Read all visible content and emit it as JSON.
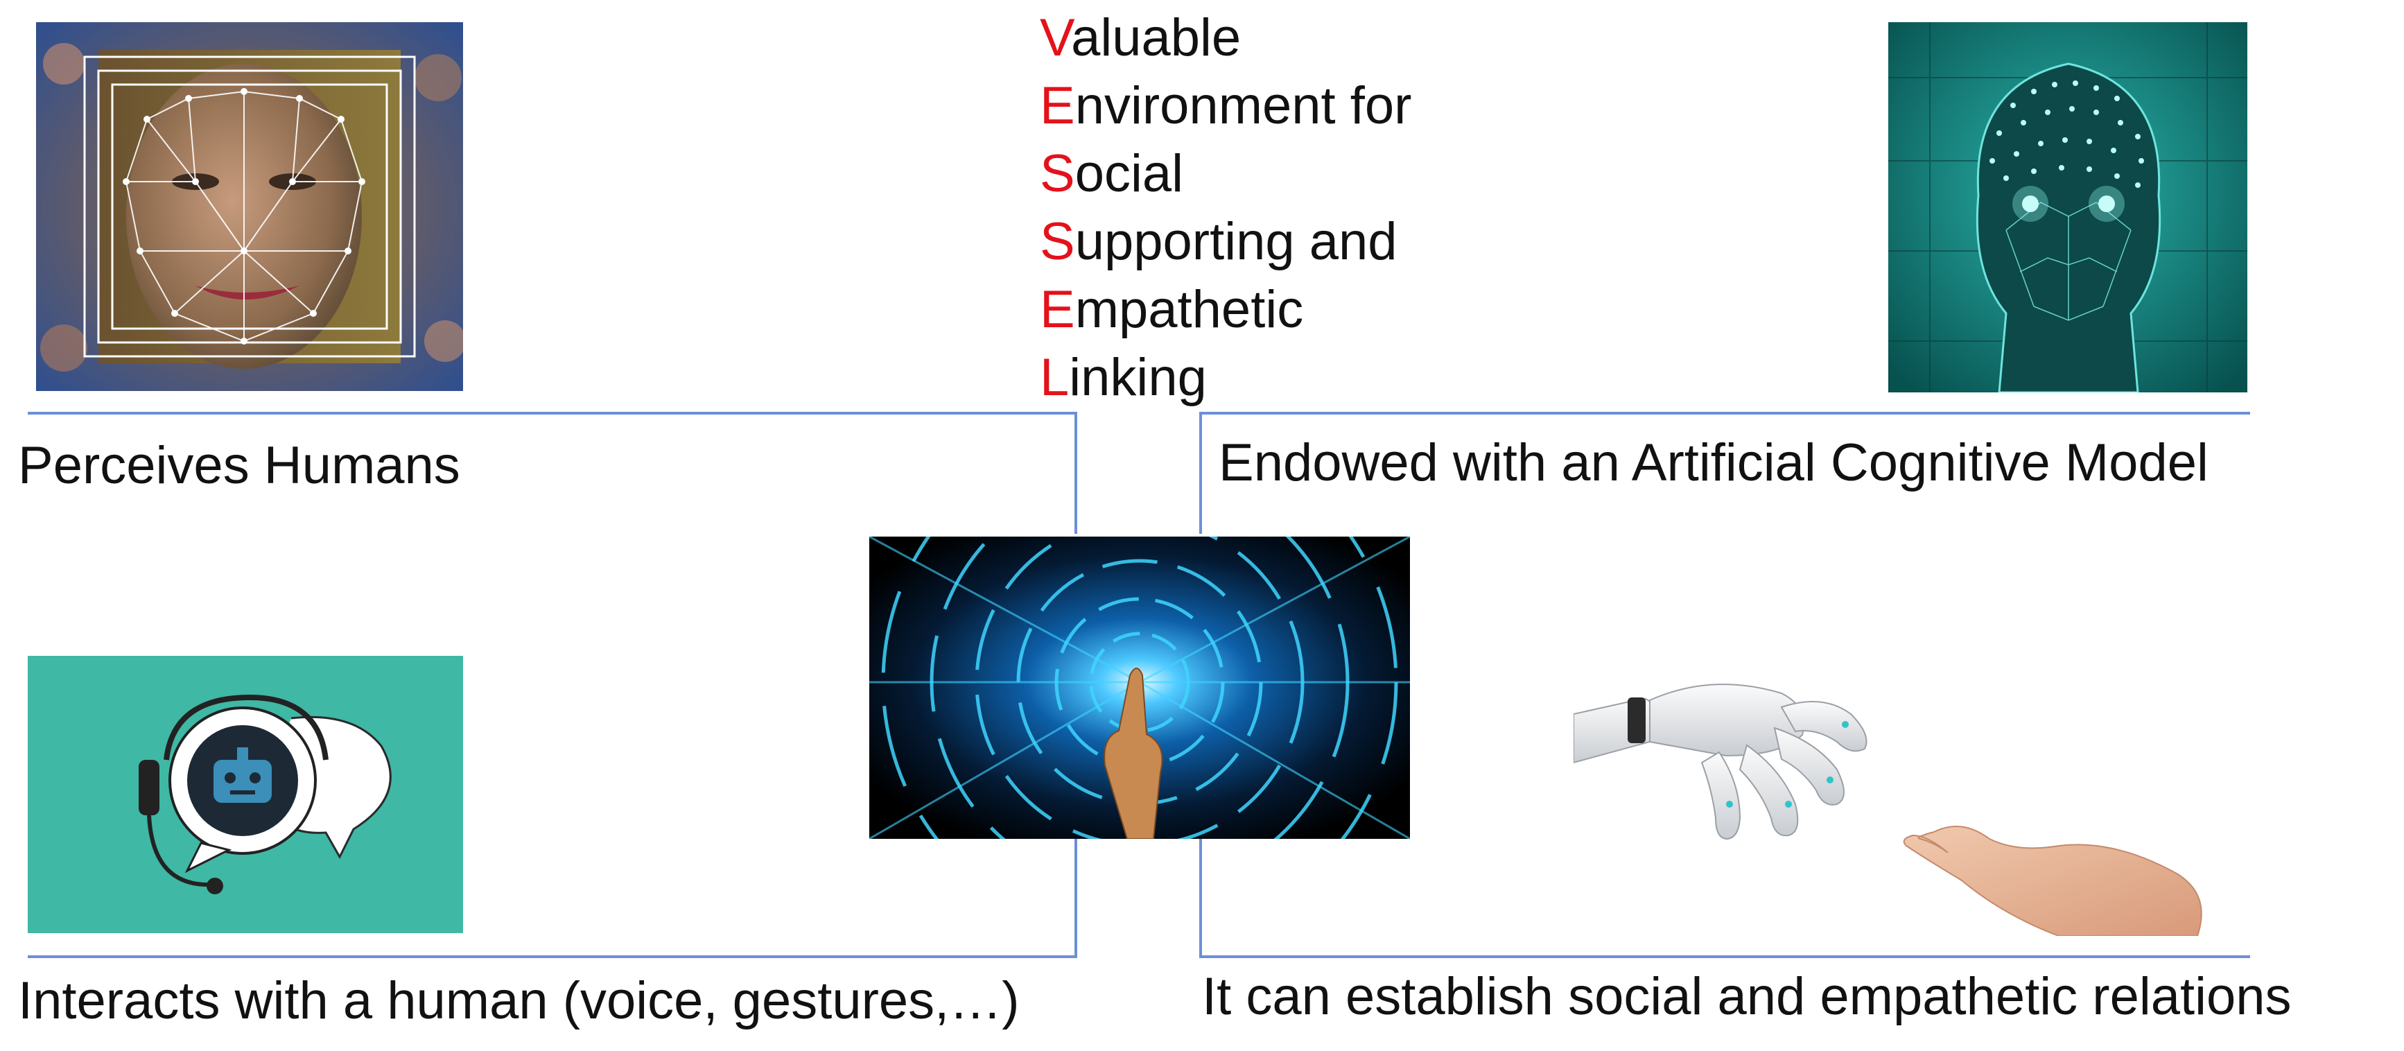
{
  "acronym": [
    {
      "initial": "V",
      "rest": "aluable"
    },
    {
      "initial": "E",
      "rest": "nvironment for"
    },
    {
      "initial": "S",
      "rest": "ocial"
    },
    {
      "initial": "S",
      "rest": "upporting and"
    },
    {
      "initial": "E",
      "rest": "mpathetic"
    },
    {
      "initial": "L",
      "rest": "inking"
    }
  ],
  "quadrants": {
    "top_left": "Perceives Humans",
    "top_right": "Endowed with an Artificial Cognitive Model",
    "bottom_left": "Interacts with a human (voice, gestures,…)",
    "bottom_right": "It can establish social and empathetic relations"
  },
  "colors": {
    "acronym_initial": "#e3121b",
    "connector_line": "#6d8fd8",
    "chatbot_panel": "#3fb8a5",
    "ai_head_bg": "#0e6f6c"
  }
}
